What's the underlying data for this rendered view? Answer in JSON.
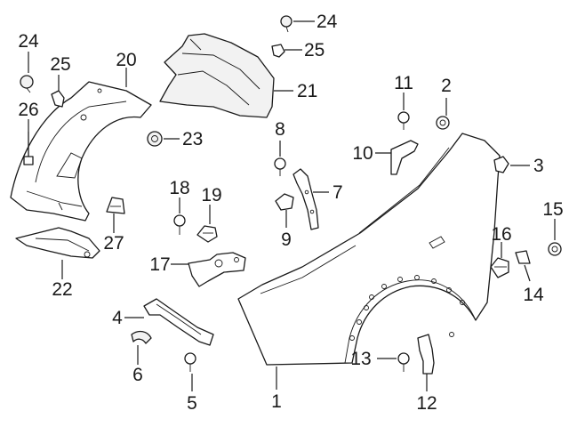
{
  "colors": {
    "line": "#1a1a1a",
    "fill": "#ffffff",
    "shade": "#f2f2f2"
  },
  "callouts": [
    {
      "id": "c1",
      "label": "1"
    },
    {
      "id": "c2",
      "label": "2"
    },
    {
      "id": "c3",
      "label": "3"
    },
    {
      "id": "c4",
      "label": "4"
    },
    {
      "id": "c5",
      "label": "5"
    },
    {
      "id": "c6",
      "label": "6"
    },
    {
      "id": "c7",
      "label": "7"
    },
    {
      "id": "c8",
      "label": "8"
    },
    {
      "id": "c9",
      "label": "9"
    },
    {
      "id": "c10",
      "label": "10"
    },
    {
      "id": "c11",
      "label": "11"
    },
    {
      "id": "c12",
      "label": "12"
    },
    {
      "id": "c13",
      "label": "13"
    },
    {
      "id": "c14",
      "label": "14"
    },
    {
      "id": "c15",
      "label": "15"
    },
    {
      "id": "c16",
      "label": "16"
    },
    {
      "id": "c17",
      "label": "17"
    },
    {
      "id": "c18",
      "label": "18"
    },
    {
      "id": "c19",
      "label": "19"
    },
    {
      "id": "c20",
      "label": "20"
    },
    {
      "id": "c21",
      "label": "21"
    },
    {
      "id": "c22",
      "label": "22"
    },
    {
      "id": "c23",
      "label": "23"
    },
    {
      "id": "c24a",
      "label": "24"
    },
    {
      "id": "c24b",
      "label": "24"
    },
    {
      "id": "c25a",
      "label": "25"
    },
    {
      "id": "c25b",
      "label": "25"
    },
    {
      "id": "c26",
      "label": "26"
    },
    {
      "id": "c27",
      "label": "27"
    }
  ]
}
